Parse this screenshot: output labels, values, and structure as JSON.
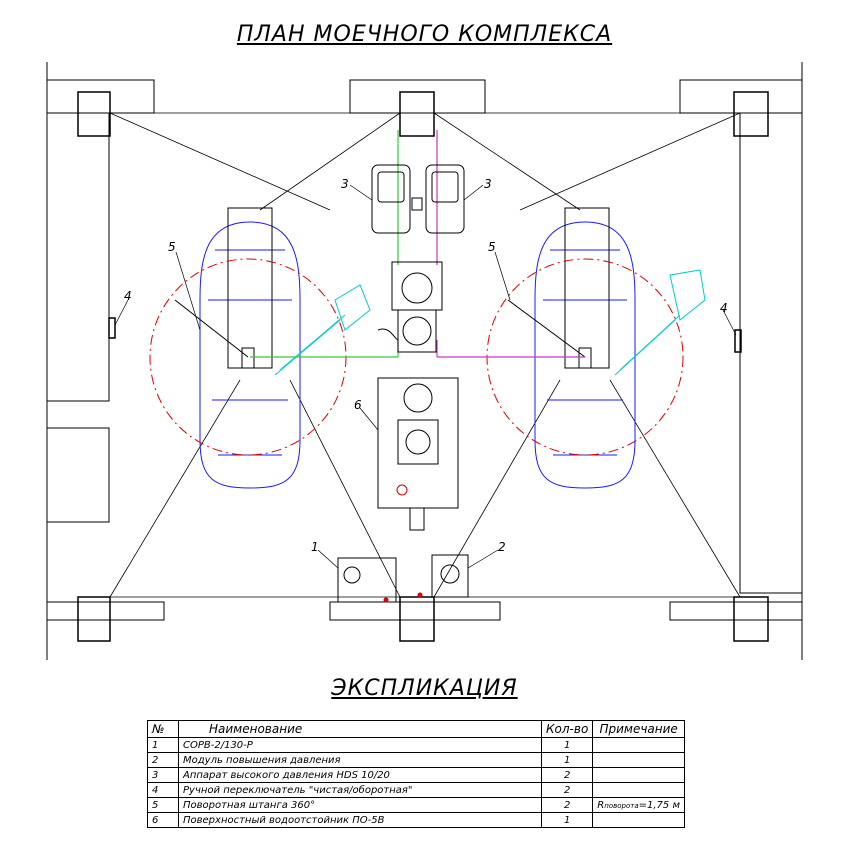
{
  "title": "ПЛАН МОЕЧНОГО КОМПЛЕКСА",
  "explication_title": "ЭКСПЛИКАЦИЯ",
  "table": {
    "headers": {
      "no": "№",
      "name": "Наименование",
      "qty": "Кол-во",
      "note": "Примечание"
    },
    "rows": [
      {
        "no": "1",
        "name": "СОРВ-2/130-Р",
        "qty": "1",
        "note": ""
      },
      {
        "no": "2",
        "name": "Модуль повышения давления",
        "qty": "1",
        "note": ""
      },
      {
        "no": "3",
        "name": "Аппарат высокого давления HDS 10/20",
        "qty": "2",
        "note": ""
      },
      {
        "no": "4",
        "name": "Ручной переключатель \"чистая/оборотная\"",
        "qty": "2",
        "note": ""
      },
      {
        "no": "5",
        "name": "Поворотная штанга 360°",
        "qty": "2",
        "note_r": "R",
        "note_sub": "поворота",
        "note_val": "=1,75 м"
      },
      {
        "no": "6",
        "name": "Поверхностный водоотстойник ПО-5В",
        "qty": "1",
        "note": ""
      }
    ]
  },
  "callouts": [
    "1",
    "2",
    "3",
    "3",
    "4",
    "4",
    "5",
    "5",
    "6"
  ],
  "colors": {
    "walls": "#000000",
    "car": "#1a1aff",
    "clean_water": "#33cc33",
    "recycled_water": "#cc33cc",
    "boom_radius": "#dd0000",
    "boom": "#00cccc"
  }
}
